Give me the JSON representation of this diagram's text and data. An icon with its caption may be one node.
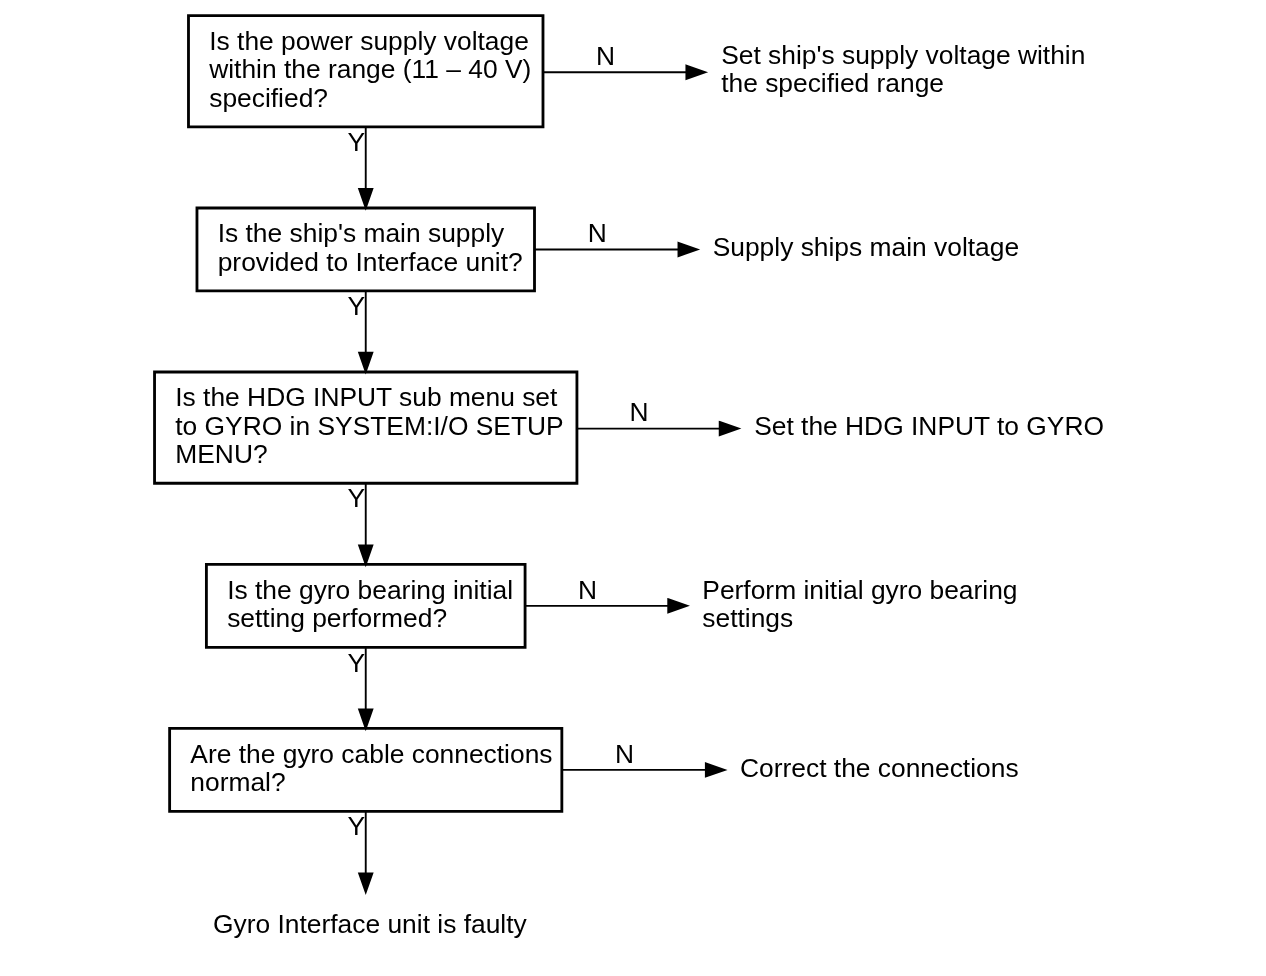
{
  "diagram": {
    "nodes": [
      {
        "text": [
          "Is the power supply voltage within the range (11 – 40 V) specified?"
        ]
      },
      {
        "text": [
          "Set ship's supply voltage within the specified range"
        ]
      },
      {
        "text": [
          "Is the ship's main supply provided to Interface unit?"
        ]
      },
      {
        "text": [
          "Supply ships main voltage"
        ]
      },
      {
        "text": [
          "Is the HDG INPUT sub menu set to GYRO in SYSTEM:I/O SETUP MENU?"
        ]
      },
      {
        "text": [
          "Set the HDG INPUT to GYRO"
        ]
      },
      {
        "text": [
          "Is the gyro bearing initial setting performed?"
        ]
      },
      {
        "text": [
          "Perform initial gyro bearing settings"
        ]
      },
      {
        "text": [
          "Are the gyro cable connections normal?"
        ]
      },
      {
        "text": [
          "Correct the connections"
        ]
      },
      {
        "text": [
          "Gyro Interface unit is faulty"
        ]
      }
    ],
    "edges": [
      {
        "from": 0,
        "to": 1,
        "arrow": "to",
        "label": "N"
      },
      {
        "from": 0,
        "to": 2,
        "arrow": "to",
        "label": "Y"
      },
      {
        "from": 2,
        "to": 3,
        "arrow": "to",
        "label": "N"
      },
      {
        "from": 2,
        "to": 4,
        "arrow": "to",
        "label": "Y"
      },
      {
        "from": 4,
        "to": 5,
        "arrow": "to",
        "label": "N"
      },
      {
        "from": 4,
        "to": 6,
        "arrow": "to",
        "label": "Y"
      },
      {
        "from": 6,
        "to": 7,
        "arrow": "to",
        "label": "N"
      },
      {
        "from": 6,
        "to": 8,
        "arrow": "to",
        "label": "Y"
      },
      {
        "from": 8,
        "to": 9,
        "arrow": "to",
        "label": "N"
      },
      {
        "from": 8,
        "to": 10,
        "arrow": "to",
        "label": "Y"
      }
    ]
  }
}
